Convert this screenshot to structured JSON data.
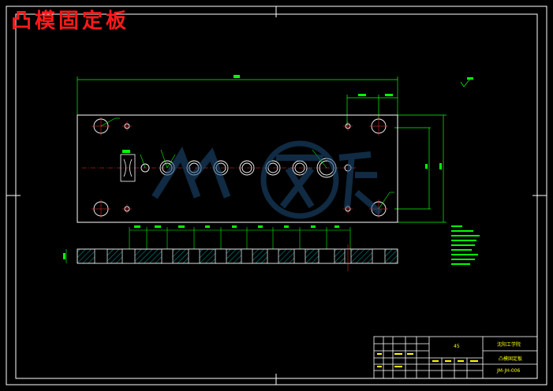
{
  "title": "凸模固定板",
  "title_block": {
    "school": "沈阳工学院",
    "part_name": "凸模固定板",
    "drawing_no": "JM-JH-006",
    "material_mark": "45"
  },
  "colors": {
    "background": "#000000",
    "outline": "#ffffff",
    "dimension": "#00ff00",
    "center_line": "#ff3333",
    "hatch": "#00ffff",
    "title": "#ff1a1a",
    "title_block_text": "#ffff00"
  }
}
